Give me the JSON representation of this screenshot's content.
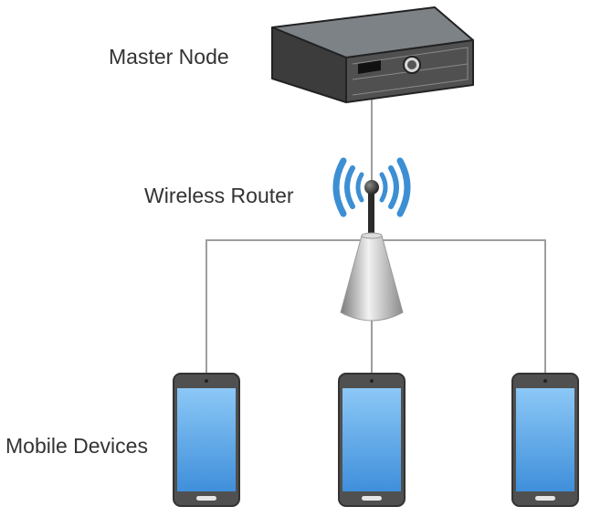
{
  "labels": {
    "master_node": "Master Node",
    "wireless_router": "Wireless Router",
    "mobile_devices": "Mobile Devices"
  },
  "icons": {
    "master_node": "server-box-icon",
    "router": "wireless-router-icon",
    "devices": "smartphone-icon"
  },
  "colors": {
    "connector": "#9e9e9e",
    "server_body": "#444444",
    "wifi_wave": "#3d8fd4",
    "phone_body": "#555555",
    "phone_screen": "#5aa8ea"
  }
}
